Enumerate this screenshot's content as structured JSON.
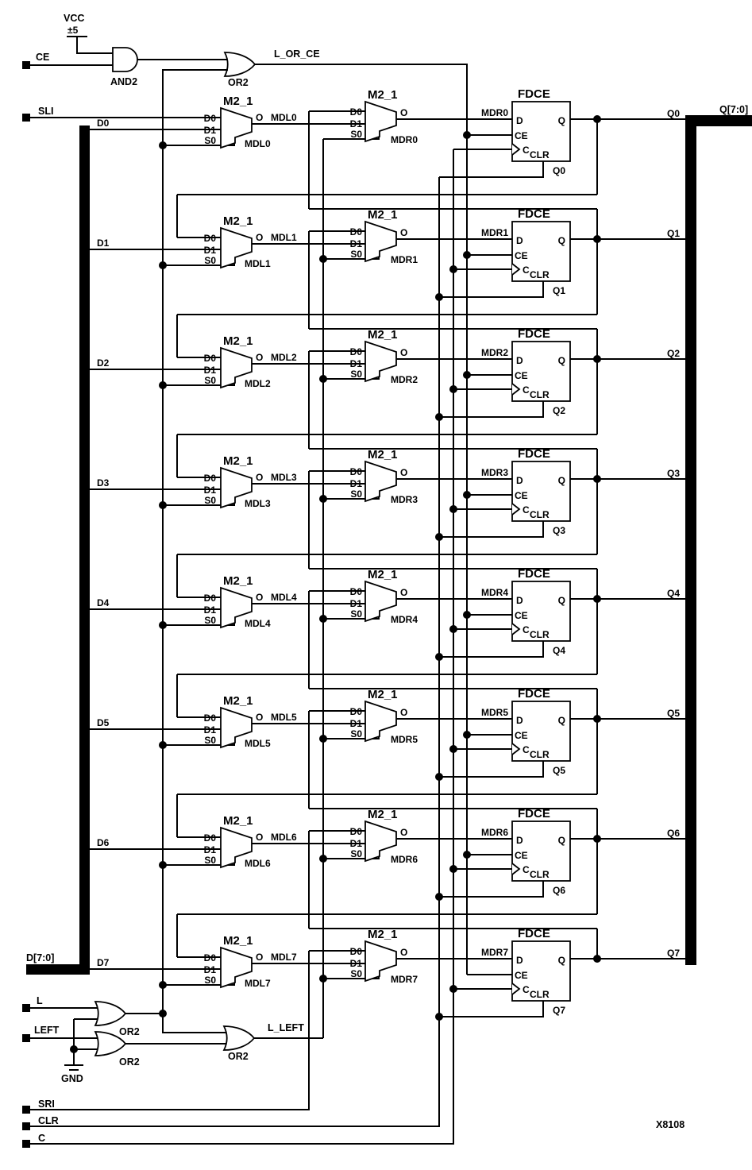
{
  "power": {
    "vcc_label": "VCC",
    "vcc_value": "±5",
    "and2_label": "AND2",
    "or2_label": "OR2",
    "net_l_or_ce": "L_OR_CE"
  },
  "inputs": {
    "ce": "CE",
    "sli": "SLI",
    "d_bus": "D[7:0]",
    "l": "L",
    "left": "LEFT",
    "sri": "SRI",
    "clr": "CLR",
    "c": "C"
  },
  "output_bus": "Q[7:0]",
  "bottom": {
    "or2_top_label": "OR2",
    "or2_bottom_label": "OR2",
    "or2_right_label": "OR2",
    "net_l_left": "L_LEFT",
    "gnd_label": "GND"
  },
  "figure_id": "X8108",
  "rows": [
    {
      "d_label": "D0",
      "mux_left": {
        "title": "M2_1",
        "pin_d0": "D0",
        "pin_d1": "D1",
        "pin_s0": "S0",
        "pin_o": "O",
        "net": "MDL0",
        "inst": "MDL0"
      },
      "mux_right": {
        "title": "M2_1",
        "pin_d0": "D0",
        "pin_d1": "D1",
        "pin_s0": "S0",
        "pin_o": "O",
        "net": "MDR0",
        "inst": "MDR0"
      },
      "ff": {
        "title": "FDCE",
        "pin_d": "D",
        "pin_ce": "CE",
        "pin_c": "C",
        "pin_clr": "CLR",
        "pin_q": "Q",
        "inst": "Q0",
        "net_q": "Q0"
      }
    },
    {
      "d_label": "D1",
      "mux_left": {
        "title": "M2_1",
        "pin_d0": "D0",
        "pin_d1": "D1",
        "pin_s0": "S0",
        "pin_o": "O",
        "net": "MDL1",
        "inst": "MDL1"
      },
      "mux_right": {
        "title": "M2_1",
        "pin_d0": "D0",
        "pin_d1": "D1",
        "pin_s0": "S0",
        "pin_o": "O",
        "net": "MDR1",
        "inst": "MDR1"
      },
      "ff": {
        "title": "FDCE",
        "pin_d": "D",
        "pin_ce": "CE",
        "pin_c": "C",
        "pin_clr": "CLR",
        "pin_q": "Q",
        "inst": "Q1",
        "net_q": "Q1"
      }
    },
    {
      "d_label": "D2",
      "mux_left": {
        "title": "M2_1",
        "pin_d0": "D0",
        "pin_d1": "D1",
        "pin_s0": "S0",
        "pin_o": "O",
        "net": "MDL2",
        "inst": "MDL2"
      },
      "mux_right": {
        "title": "M2_1",
        "pin_d0": "D0",
        "pin_d1": "D1",
        "pin_s0": "S0",
        "pin_o": "O",
        "net": "MDR2",
        "inst": "MDR2"
      },
      "ff": {
        "title": "FDCE",
        "pin_d": "D",
        "pin_ce": "CE",
        "pin_c": "C",
        "pin_clr": "CLR",
        "pin_q": "Q",
        "inst": "Q2",
        "net_q": "Q2"
      }
    },
    {
      "d_label": "D3",
      "mux_left": {
        "title": "M2_1",
        "pin_d0": "D0",
        "pin_d1": "D1",
        "pin_s0": "S0",
        "pin_o": "O",
        "net": "MDL3",
        "inst": "MDL3"
      },
      "mux_right": {
        "title": "M2_1",
        "pin_d0": "D0",
        "pin_d1": "D1",
        "pin_s0": "S0",
        "pin_o": "O",
        "net": "MDR3",
        "inst": "MDR3"
      },
      "ff": {
        "title": "FDCE",
        "pin_d": "D",
        "pin_ce": "CE",
        "pin_c": "C",
        "pin_clr": "CLR",
        "pin_q": "Q",
        "inst": "Q3",
        "net_q": "Q3"
      }
    },
    {
      "d_label": "D4",
      "mux_left": {
        "title": "M2_1",
        "pin_d0": "D0",
        "pin_d1": "D1",
        "pin_s0": "S0",
        "pin_o": "O",
        "net": "MDL4",
        "inst": "MDL4"
      },
      "mux_right": {
        "title": "M2_1",
        "pin_d0": "D0",
        "pin_d1": "D1",
        "pin_s0": "S0",
        "pin_o": "O",
        "net": "MDR4",
        "inst": "MDR4"
      },
      "ff": {
        "title": "FDCE",
        "pin_d": "D",
        "pin_ce": "CE",
        "pin_c": "C",
        "pin_clr": "CLR",
        "pin_q": "Q",
        "inst": "Q4",
        "net_q": "Q4"
      }
    },
    {
      "d_label": "D5",
      "mux_left": {
        "title": "M2_1",
        "pin_d0": "D0",
        "pin_d1": "D1",
        "pin_s0": "S0",
        "pin_o": "O",
        "net": "MDL5",
        "inst": "MDL5"
      },
      "mux_right": {
        "title": "M2_1",
        "pin_d0": "D0",
        "pin_d1": "D1",
        "pin_s0": "S0",
        "pin_o": "O",
        "net": "MDR5",
        "inst": "MDR5"
      },
      "ff": {
        "title": "FDCE",
        "pin_d": "D",
        "pin_ce": "CE",
        "pin_c": "C",
        "pin_clr": "CLR",
        "pin_q": "Q",
        "inst": "Q5",
        "net_q": "Q5"
      }
    },
    {
      "d_label": "D6",
      "mux_left": {
        "title": "M2_1",
        "pin_d0": "D0",
        "pin_d1": "D1",
        "pin_s0": "S0",
        "pin_o": "O",
        "net": "MDL6",
        "inst": "MDL6"
      },
      "mux_right": {
        "title": "M2_1",
        "pin_d0": "D0",
        "pin_d1": "D1",
        "pin_s0": "S0",
        "pin_o": "O",
        "net": "MDR6",
        "inst": "MDR6"
      },
      "ff": {
        "title": "FDCE",
        "pin_d": "D",
        "pin_ce": "CE",
        "pin_c": "C",
        "pin_clr": "CLR",
        "pin_q": "Q",
        "inst": "Q6",
        "net_q": "Q6"
      }
    },
    {
      "d_label": "D7",
      "mux_left": {
        "title": "M2_1",
        "pin_d0": "D0",
        "pin_d1": "D1",
        "pin_s0": "S0",
        "pin_o": "O",
        "net": "MDL7",
        "inst": "MDL7"
      },
      "mux_right": {
        "title": "M2_1",
        "pin_d0": "D0",
        "pin_d1": "D1",
        "pin_s0": "S0",
        "pin_o": "O",
        "net": "MDR7",
        "inst": "MDR7"
      },
      "ff": {
        "title": "FDCE",
        "pin_d": "D",
        "pin_ce": "CE",
        "pin_c": "C",
        "pin_clr": "CLR",
        "pin_q": "Q",
        "inst": "Q7",
        "net_q": "Q7"
      }
    }
  ]
}
